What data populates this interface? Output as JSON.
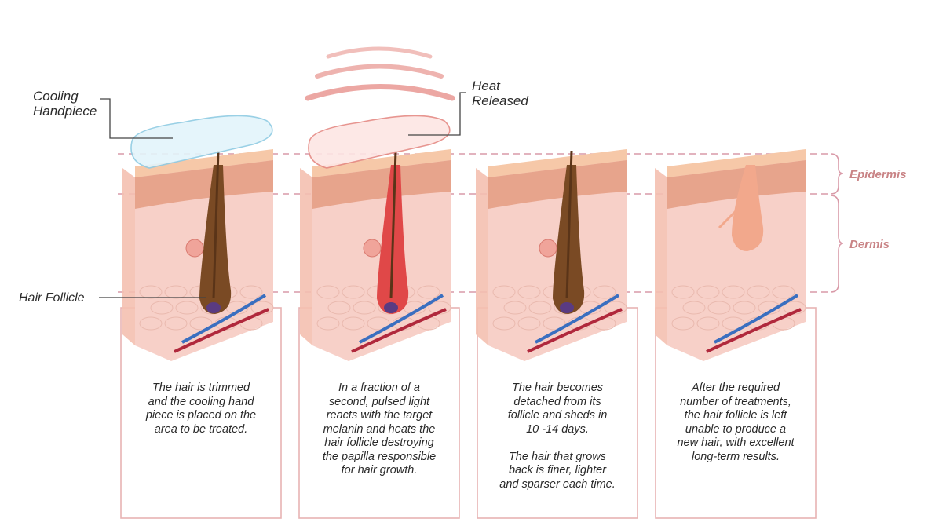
{
  "labels": {
    "cooling_handpiece": "Cooling\nHandpiece",
    "heat_released": "Heat\nReleased",
    "hair_follicle": "Hair Follicle",
    "epidermis": "Epidermis",
    "dermis": "Dermis"
  },
  "steps": [
    {
      "caption": "The hair is trimmed\nand the cooling hand\npiece is placed on the\narea to be treated.",
      "follicle": "brown",
      "handpiece": "cool"
    },
    {
      "caption": "In a fraction of a\nsecond, pulsed light\nreacts with the target\nmelanin and heats the\nhair follicle destroying\nthe papilla responsible\nfor hair growth.",
      "follicle": "red",
      "handpiece": "hot"
    },
    {
      "caption": "The hair becomes\ndetached from its\nfollicle and sheds in\n10 -14 days.\n\nThe hair that grows\nback is finer, lighter\nand sparser each time.",
      "follicle": "brown",
      "handpiece": "none"
    },
    {
      "caption": "After the required\nnumber of treatments,\nthe hair follicle is left\nunable to produce a\nnew hair, with excellent\nlong-term results.",
      "follicle": "pale",
      "handpiece": "none"
    }
  ],
  "colors": {
    "skin_top": "#f6c8a8",
    "skin_side": "#f4c0b0",
    "epidermis_band": "#e7a48c",
    "dermis": "#f7d0c8",
    "guide_line": "#d99aa8",
    "follicle_brown": "#7a4a24",
    "follicle_red": "#e04848",
    "follicle_pale": "#f2a88c",
    "vein_blue": "#3a6fc0",
    "vein_red": "#b0283c",
    "frame": "#e7b3b3"
  }
}
